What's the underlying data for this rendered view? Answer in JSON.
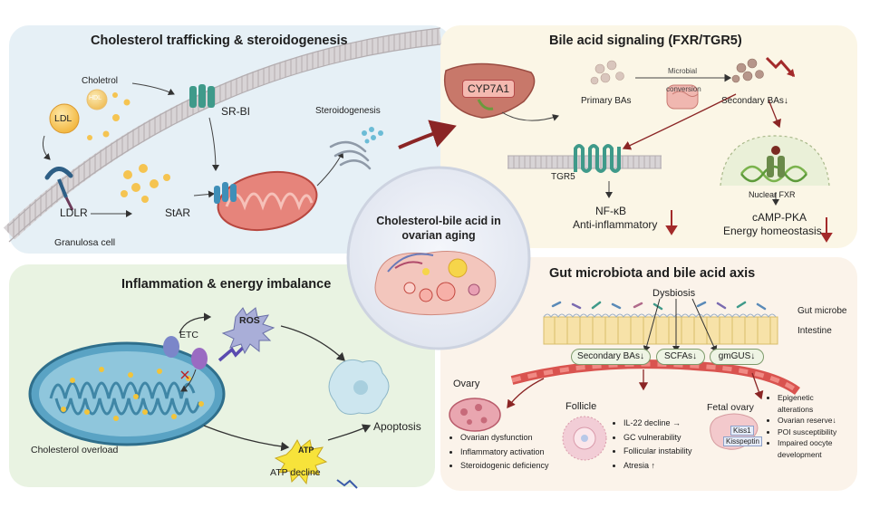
{
  "center": {
    "title_line1": "Cholesterol-bile acid  in",
    "title_line2": "ovarian aging"
  },
  "panel_tl": {
    "title": "Cholesterol trafficking & steroidogenesis",
    "choletrol": "Choletrol",
    "hdl": "HDL",
    "ldl": "LDL",
    "srbi": "SR-BI",
    "steroidogenesis": "Steroidogenesis",
    "ldlr": "LDLR",
    "star": "StAR",
    "granulosa": "Granulosa cell"
  },
  "panel_tr": {
    "title": "Bile acid signaling (FXR/TGR5)",
    "cyp7a1": "CYP7A1",
    "primary_bas": "Primary BAs",
    "microbial": "Microbial",
    "conversion": "conversion",
    "secondary_bas": "Secondary  BAs↓",
    "tgr5": "TGR5",
    "nuclear_fxr": "Nuclear FXR",
    "nfkb": "NF-κB",
    "anti_inflammatory": "Anti-inflammatory",
    "camp_pka": "cAMP-PKA",
    "energy_homeostasis": "Energy homeostasis",
    "down_arrow": "↓"
  },
  "panel_bl": {
    "title": "Inflammation & energy imbalance",
    "etc": "ETC",
    "ros": "ROS",
    "atp": "ATP",
    "apoptosis": "Apoptosis",
    "cholesterol_overload": "Cholesterol overload",
    "atp_decline": "ATP decline"
  },
  "panel_br": {
    "title": "Gut microbiota and bile acid axis",
    "dysbiosis": "Dysbiosis",
    "gut_microbe": "Gut microbe",
    "intestine": "Intestine",
    "pills": [
      "Secondary BAs↓",
      "SCFAs↓",
      "gmGUS↓"
    ],
    "ovary": "Ovary",
    "ovary_items": [
      "Ovarian dysfunction",
      "Inflammatory activation",
      "Steroidogenic deficiency"
    ],
    "follicle": "Follicle",
    "follicle_items": [
      "IL-22 decline →",
      "GC vulnerability",
      "Follicular instability",
      "Atresia ↑"
    ],
    "fetal_ovary": "Fetal ovary",
    "kiss1": "Kiss1",
    "kisspeptin": "Kisspeptin",
    "fetal_items": [
      "Epigenetic",
      "alterations",
      "Ovarian reserve↓",
      "POI susceptibility",
      "Impaired oocyte",
      "development"
    ]
  },
  "colors": {
    "panel_tl_bg": "#e6f0f6",
    "panel_tr_bg": "#fbf6e6",
    "panel_bl_bg": "#e9f3e2",
    "panel_br_bg": "#fbf3ea",
    "mitochondria": "#d9665e",
    "receptor_green": "#3f9a8a",
    "membrane": "#c9c4c4",
    "accent_red": "#a32a2a"
  }
}
